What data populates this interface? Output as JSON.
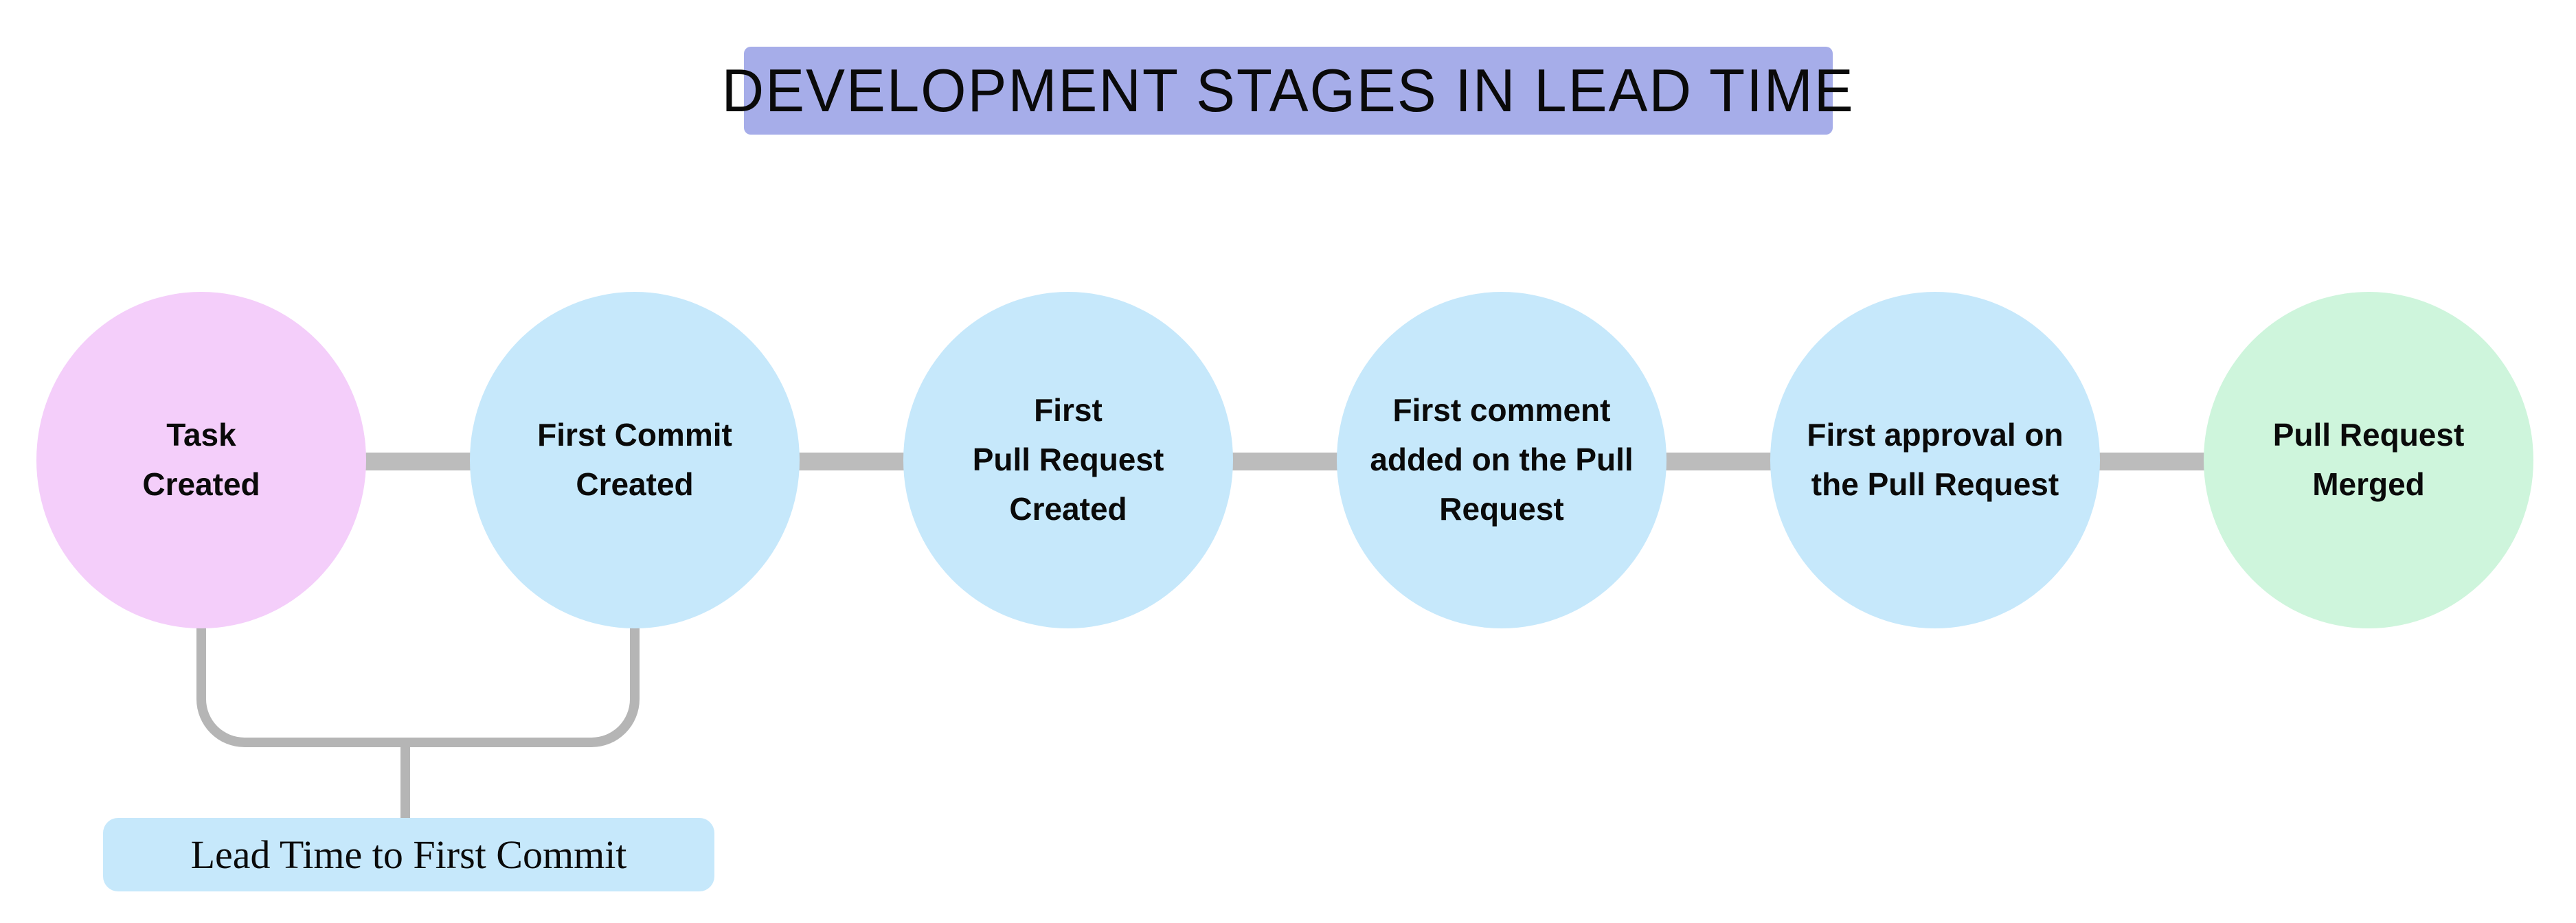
{
  "title": {
    "text": "DEVELOPMENT STAGES IN LEAD TIME",
    "bg_color": "#a6ade9"
  },
  "stages": [
    {
      "label": "Task\nCreated",
      "color": "#f4cefa"
    },
    {
      "label": "First Commit\nCreated",
      "color": "#c6e8fb"
    },
    {
      "label": "First\nPull Request\nCreated",
      "color": "#c6e8fb"
    },
    {
      "label": "First comment\nadded on the Pull\nRequest",
      "color": "#c6e8fb"
    },
    {
      "label": "First approval on\nthe Pull Request",
      "color": "#c6e8fb"
    },
    {
      "label": "Pull Request\nMerged",
      "color": "#cef5dc"
    }
  ],
  "annotation": {
    "text": "Lead Time to First Commit",
    "bg_color": "#c6e8fb"
  },
  "colors": {
    "connector": "#bcbcbc",
    "bracket": "#b5b5b5"
  }
}
